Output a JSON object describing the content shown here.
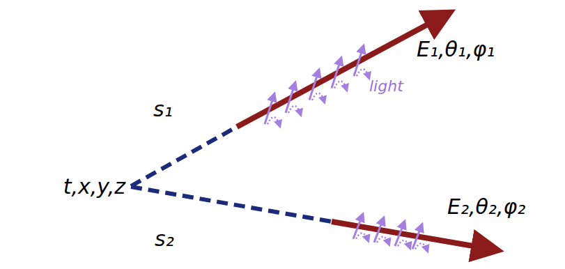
{
  "diagram": {
    "labels": [
      "t,x,y,z",
      "s₁",
      "s₂",
      "light",
      "E₁,θ₁,φ₁",
      "E₂,θ₂,φ₂"
    ]
  }
}
